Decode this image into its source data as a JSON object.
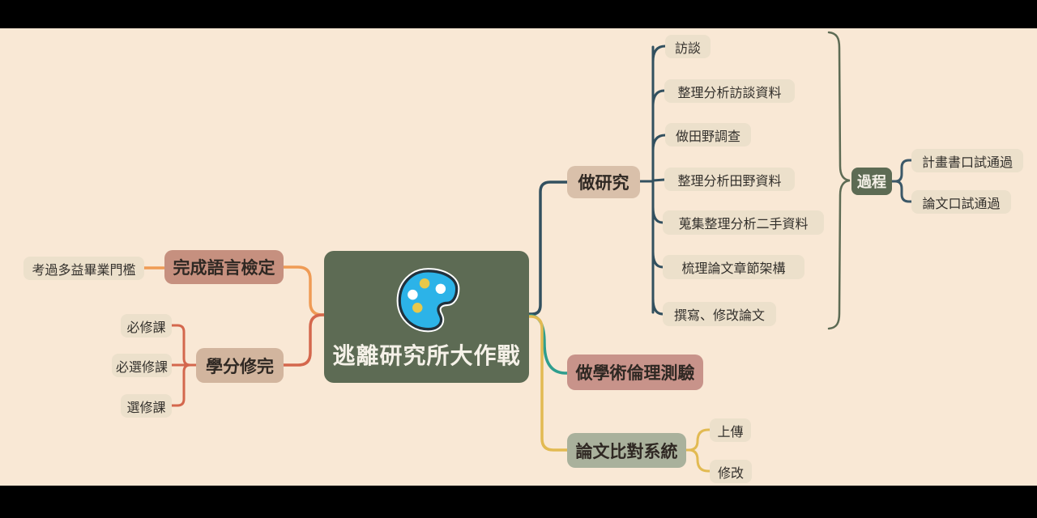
{
  "title": "逃離研究所大作戰",
  "colors": {
    "letterbox": "#000000",
    "background": "#f9e8d5",
    "root_bg": "#5d6b54",
    "root_text": "#f5f1e8",
    "rose_bg": "#c6907f",
    "rose2_bg": "#c8938a",
    "tan_bg": "#d2b59e",
    "research_bg": "#d9c0aa",
    "sage_bg": "#a9b19c",
    "leaf_bg": "#ece0cb",
    "leaf_text": "#33302c",
    "dark_text": "#2f2823",
    "orange": "#ef9b55",
    "red": "#d4674d",
    "navy": "#32505f",
    "slate": "#3c5868",
    "teal": "#2f9e8e",
    "yellow": "#e2ba52",
    "olive": "#5d6b54",
    "icon_blue": "#2cb3e8",
    "icon_outline": "#22313c",
    "icon_ring": "#ffffff",
    "icon_dot_white": "#ffffff",
    "icon_dot_yellow": "#e8c84a"
  },
  "root": {
    "label": "逃離研究所大作戰",
    "icon": "palette-icon"
  },
  "branches": {
    "language": {
      "label": "完成語言檢定",
      "children": {
        "toeic": {
          "label": "考過多益畢業門檻"
        }
      }
    },
    "credits": {
      "label": "學分修完",
      "children": {
        "required": {
          "label": "必修課"
        },
        "required_elective": {
          "label": "必選修課"
        },
        "elective": {
          "label": "選修課"
        }
      }
    },
    "research": {
      "label": "做研究",
      "children": {
        "interview": {
          "label": "訪談"
        },
        "analyze_interview": {
          "label": "整理分析訪談資料"
        },
        "fieldwork": {
          "label": "做田野調查"
        },
        "analyze_field": {
          "label": "整理分析田野資料"
        },
        "secondary": {
          "label": "蒐集整理分析二手資料"
        },
        "structure": {
          "label": "梳理論文章節架構"
        },
        "write_revise": {
          "label": "撰寫、修改論文"
        }
      }
    },
    "process": {
      "label": "過程",
      "children": {
        "proposal_oral": {
          "label": "計畫書口試通過"
        },
        "thesis_oral": {
          "label": "論文口試通過"
        }
      }
    },
    "ethics": {
      "label": "做學術倫理測驗"
    },
    "plagiarism": {
      "label": "論文比對系統",
      "children": {
        "upload": {
          "label": "上傳"
        },
        "revise": {
          "label": "修改"
        }
      }
    }
  }
}
